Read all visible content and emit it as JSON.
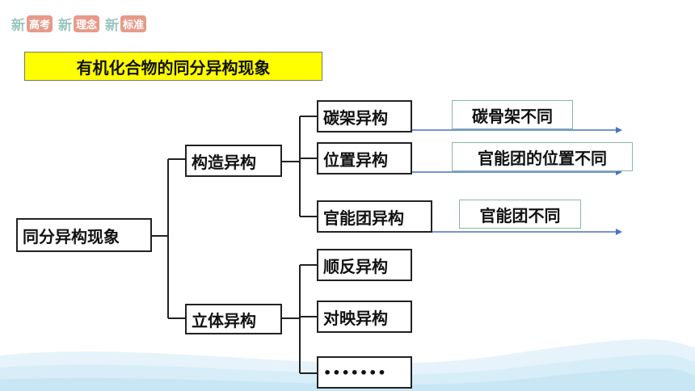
{
  "logo": {
    "parts": [
      {
        "xin": "新",
        "tag": "高考"
      },
      {
        "xin": "新",
        "tag": "理念"
      },
      {
        "xin": "新",
        "tag": "标准"
      }
    ]
  },
  "title": "有机化合物的同分异构现象",
  "root": "同分异构现象",
  "level1": {
    "structural": "构造异构",
    "stereo": "立体异构"
  },
  "structural_children": {
    "carbon_skeleton": "碳架异构",
    "position": "位置异构",
    "functional_group": "官能团异构"
  },
  "stereo_children": {
    "cis_trans": "顺反异构",
    "enantiomer": "对映异构",
    "more": "•••••••"
  },
  "results": {
    "carbon_skeleton": "碳骨架不同",
    "position": "官能团的位置不同",
    "functional_group": "官能团不同"
  },
  "colors": {
    "title_bg": "#ffff00",
    "arrow": "#4a72c4",
    "result_border": "#8ab8a2"
  }
}
